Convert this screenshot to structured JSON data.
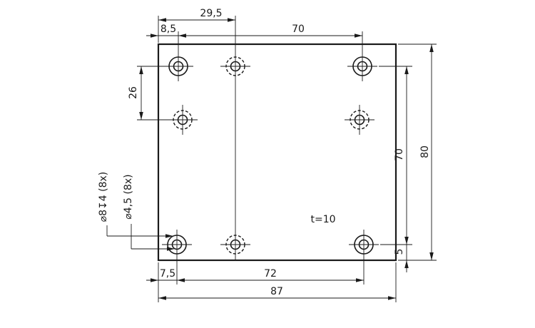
{
  "drawing": {
    "dim_29_5": "29,5",
    "dim_8_5": "8,5",
    "dim_70_top": "70",
    "dim_26": "26",
    "dim_70_right": "70",
    "dim_80": "80",
    "dim_5": "5",
    "dim_7_5": "7,5",
    "dim_72": "72",
    "dim_87": "87",
    "thickness_note": "t=10",
    "callout_counterbore": "⌀8↧4 (8x)",
    "callout_drill": "⌀4,5 (8x)"
  }
}
